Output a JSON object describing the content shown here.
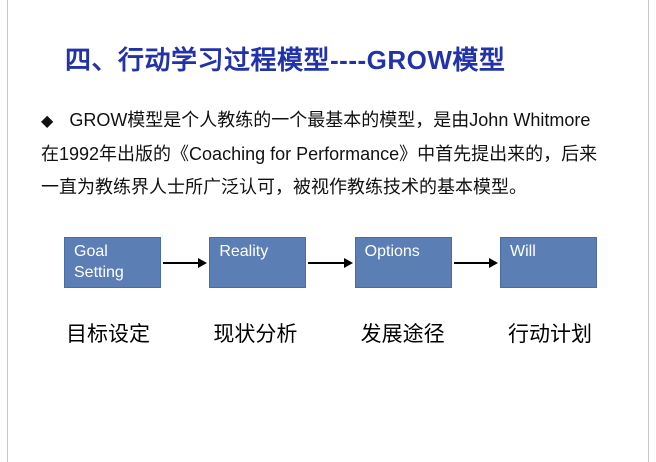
{
  "slide": {
    "title": "四、行动学习过程模型----GROW模型",
    "bullet_icon": "◆",
    "paragraph_line1": "GROW模型是个人教练的一个最基本的模型，是由John Whitmore",
    "paragraph_line2": "在1992年出版的《Coaching for Performance》中首先提出来的，后来",
    "paragraph_line3": "一直为教练界人士所广泛认可，被视作教练技术的基本模型。",
    "steps": [
      {
        "label": "Goal Setting",
        "caption": "目标设定"
      },
      {
        "label": "Reality",
        "caption": "现状分析"
      },
      {
        "label": "Options",
        "caption": "发展途径"
      },
      {
        "label": "Will",
        "caption": "行动计划"
      }
    ],
    "colors": {
      "title_blue": "#2233aa",
      "box_fill": "#5b7eb5",
      "box_border": "#4a6ca2",
      "box_text": "#ffffff",
      "arrow": "#000000",
      "body_text": "#111111"
    }
  }
}
